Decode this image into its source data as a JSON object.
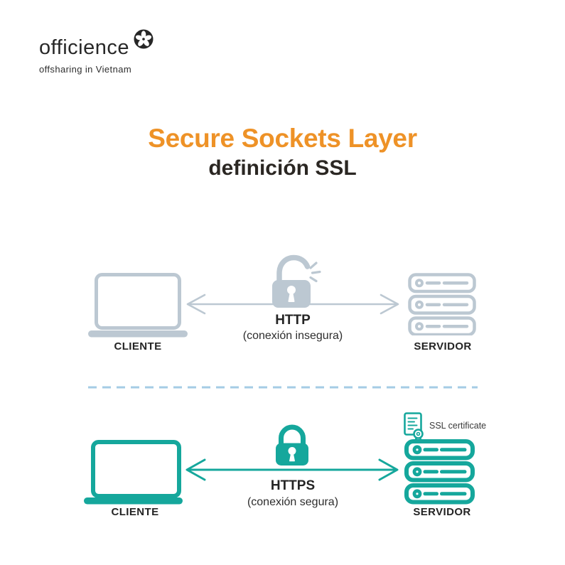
{
  "logo": {
    "brand": "officience",
    "tagline": "offsharing in Vietnam",
    "icon": "flower-gear-icon"
  },
  "title": {
    "main": "Secure Sockets Layer",
    "subtitle": "definición SSL"
  },
  "colors": {
    "orange": "#EE9227",
    "teal": "#15A79C",
    "gray_blue": "#BCC8D2",
    "dashed_divider_blue": "#A5CCE5",
    "text_dark": "#2A2A2A"
  },
  "http_flow": {
    "client_label": "CLIENTE",
    "server_label": "SERVIDOR",
    "protocol": "HTTP",
    "note": "(conexión insegura)",
    "lock_state": "open",
    "icons": [
      "laptop-icon",
      "open-padlock-icon",
      "double-arrow-icon",
      "server-stack-icon"
    ]
  },
  "https_flow": {
    "client_label": "CLIENTE",
    "server_label": "SERVIDOR",
    "protocol": "HTTPS",
    "note": "(conexión segura)",
    "certificate_label": "SSL certificate",
    "lock_state": "closed",
    "icons": [
      "laptop-icon",
      "closed-padlock-icon",
      "double-arrow-icon",
      "server-stack-icon",
      "ssl-certificate-icon"
    ]
  }
}
